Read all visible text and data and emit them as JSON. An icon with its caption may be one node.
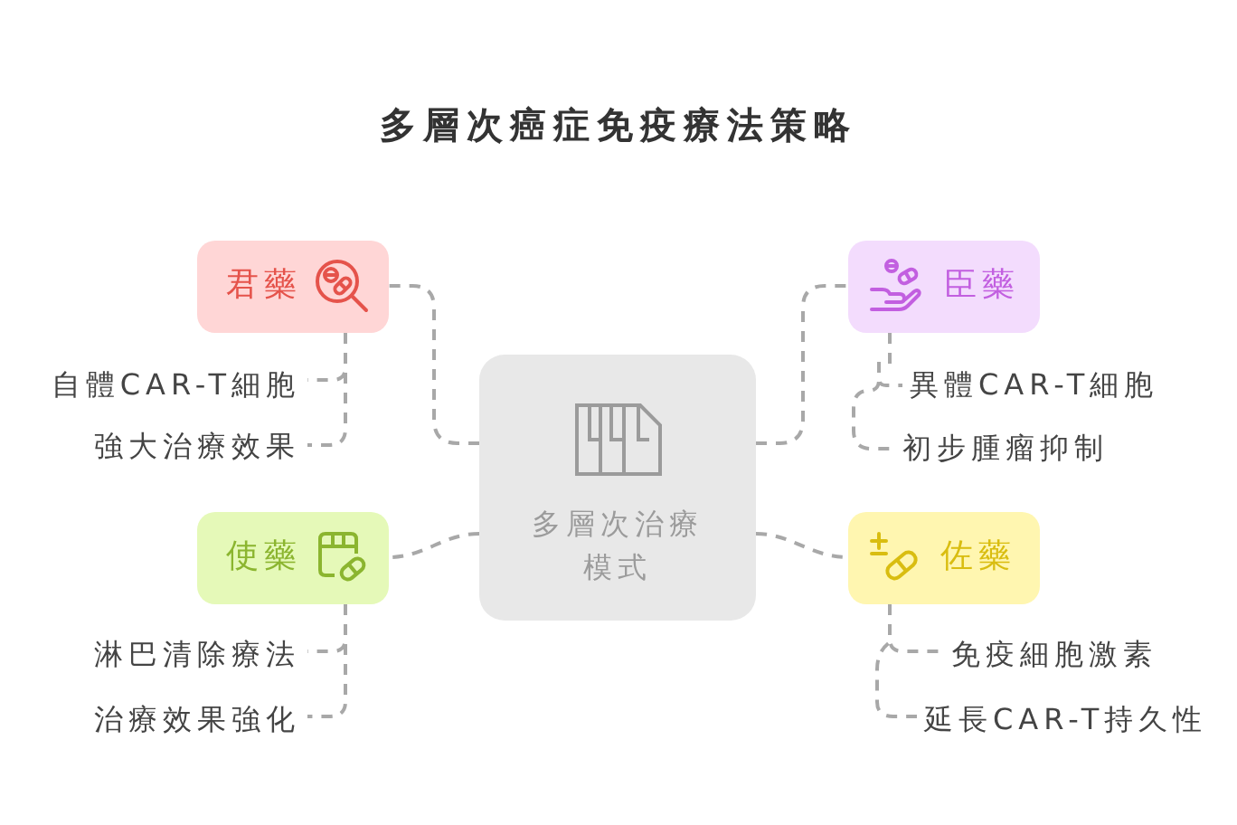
{
  "diagram": {
    "title": "多層次癌症免疫療法策略",
    "nodes": [
      {
        "text": [
          "多層次治療模式"
        ]
      },
      {
        "text": [
          "君藥"
        ]
      },
      {
        "text": [
          "自體CAR-T細胞"
        ]
      },
      {
        "text": [
          "強大治療效果"
        ]
      },
      {
        "text": [
          "臣藥"
        ]
      },
      {
        "text": [
          "異體CAR-T細胞"
        ]
      },
      {
        "text": [
          "初步腫瘤抑制"
        ]
      },
      {
        "text": [
          "使藥"
        ]
      },
      {
        "text": [
          "淋巴清除療法"
        ]
      },
      {
        "text": [
          "治療效果強化"
        ]
      },
      {
        "text": [
          "佐藥"
        ]
      },
      {
        "text": [
          "免疫細胞激素"
        ]
      },
      {
        "text": [
          "延長CAR-T持久性"
        ]
      }
    ],
    "edges": [
      {
        "from": 0,
        "to": 1,
        "arrow": "none",
        "style": "dashed"
      },
      {
        "from": 1,
        "to": 2,
        "arrow": "none",
        "style": "dashed"
      },
      {
        "from": 1,
        "to": 3,
        "arrow": "none",
        "style": "dashed"
      },
      {
        "from": 0,
        "to": 4,
        "arrow": "none",
        "style": "dashed"
      },
      {
        "from": 4,
        "to": 5,
        "arrow": "none",
        "style": "dashed"
      },
      {
        "from": 4,
        "to": 6,
        "arrow": "none",
        "style": "dashed"
      },
      {
        "from": 0,
        "to": 7,
        "arrow": "none",
        "style": "dashed"
      },
      {
        "from": 7,
        "to": 8,
        "arrow": "none",
        "style": "dashed"
      },
      {
        "from": 7,
        "to": 9,
        "arrow": "none",
        "style": "dashed"
      },
      {
        "from": 0,
        "to": 10,
        "arrow": "none",
        "style": "dashed"
      },
      {
        "from": 10,
        "to": 11,
        "arrow": "none",
        "style": "dashed"
      },
      {
        "from": 10,
        "to": 12,
        "arrow": "none",
        "style": "dashed"
      }
    ]
  }
}
